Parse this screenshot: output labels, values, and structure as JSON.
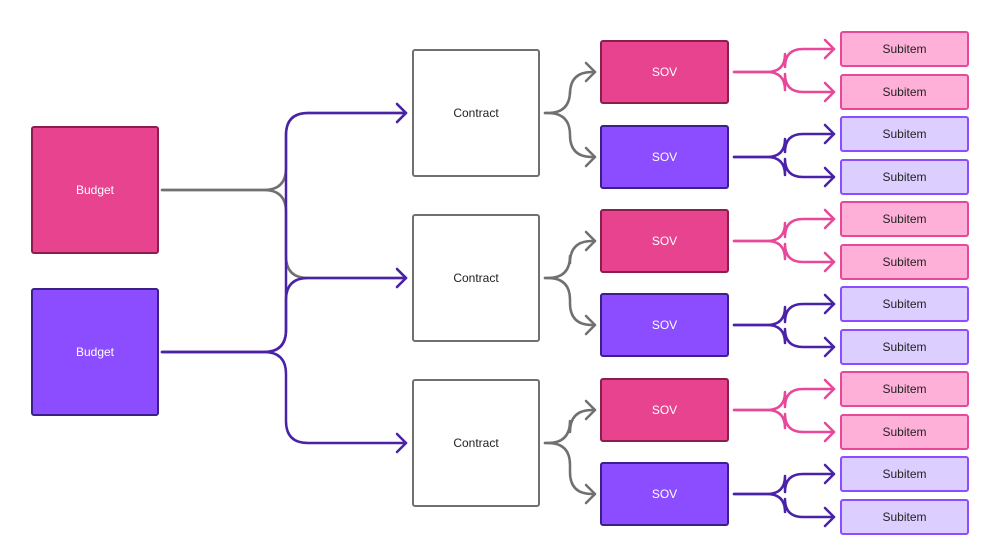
{
  "colors": {
    "pink": "#e8438f",
    "pink_border": "#8a1f4e",
    "violet": "#8b4dff",
    "violet_border": "#3d1f8c",
    "gray": "#707070",
    "pink_link": "#e8489a",
    "violet_link": "#4a22a8",
    "subitem_pink_fill": "#ffb0d8",
    "subitem_pink_border": "#e8489a",
    "subitem_violet_fill": "#dccfff",
    "subitem_violet_border": "#8b4dff"
  },
  "budgets": [
    {
      "label": "Budget",
      "color": "pink"
    },
    {
      "label": "Budget",
      "color": "violet"
    }
  ],
  "contracts": [
    {
      "label": "Contract",
      "sovs": [
        {
          "label": "SOV",
          "color": "pink",
          "subitems": [
            "Subitem",
            "Subitem"
          ]
        },
        {
          "label": "SOV",
          "color": "violet",
          "subitems": [
            "Subitem",
            "Subitem"
          ]
        }
      ]
    },
    {
      "label": "Contract",
      "sovs": [
        {
          "label": "SOV",
          "color": "pink",
          "subitems": [
            "Subitem",
            "Subitem"
          ]
        },
        {
          "label": "SOV",
          "color": "violet",
          "subitems": [
            "Subitem",
            "Subitem"
          ]
        }
      ]
    },
    {
      "label": "Contract",
      "sovs": [
        {
          "label": "SOV",
          "color": "pink",
          "subitems": [
            "Subitem",
            "Subitem"
          ]
        },
        {
          "label": "SOV",
          "color": "violet",
          "subitems": [
            "Subitem",
            "Subitem"
          ]
        }
      ]
    }
  ]
}
